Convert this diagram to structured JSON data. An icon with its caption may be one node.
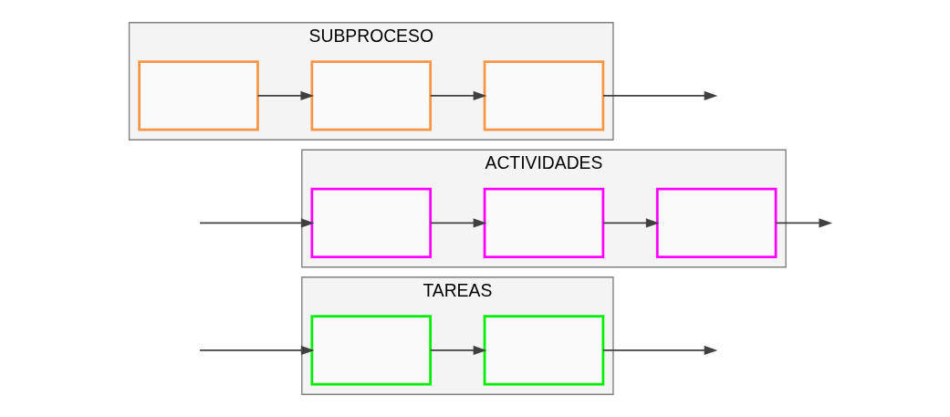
{
  "diagram": {
    "nodes": [
      {
        "text": [
          "SUBPROCESO"
        ]
      },
      {
        "text": [],
        "shape": "box",
        "in": 0
      },
      {
        "text": [],
        "shape": "box",
        "in": 0
      },
      {
        "text": [],
        "shape": "box",
        "in": 0
      },
      {
        "text": [
          "ACTIVIDADES"
        ]
      },
      {
        "text": [],
        "shape": "box",
        "in": 4
      },
      {
        "text": [],
        "shape": "box",
        "in": 4
      },
      {
        "text": [],
        "shape": "box",
        "in": 4
      },
      {
        "text": [
          "TAREAS"
        ]
      },
      {
        "text": [],
        "shape": "box",
        "in": 8
      },
      {
        "text": [],
        "shape": "box",
        "in": 8
      }
    ],
    "edges": [
      {
        "from": 1,
        "to": 2,
        "arrow": "to"
      },
      {
        "from": 2,
        "to": 3,
        "arrow": "to"
      },
      {
        "from": 3,
        "to": null,
        "arrow": "to"
      },
      {
        "from": null,
        "to": 5,
        "arrow": "to"
      },
      {
        "from": 5,
        "to": 6,
        "arrow": "to"
      },
      {
        "from": 6,
        "to": 7,
        "arrow": "to"
      },
      {
        "from": 7,
        "to": null,
        "arrow": "to"
      },
      {
        "from": null,
        "to": 9,
        "arrow": "to"
      },
      {
        "from": 9,
        "to": 10,
        "arrow": "to"
      },
      {
        "from": 10,
        "to": null,
        "arrow": "to"
      }
    ]
  }
}
